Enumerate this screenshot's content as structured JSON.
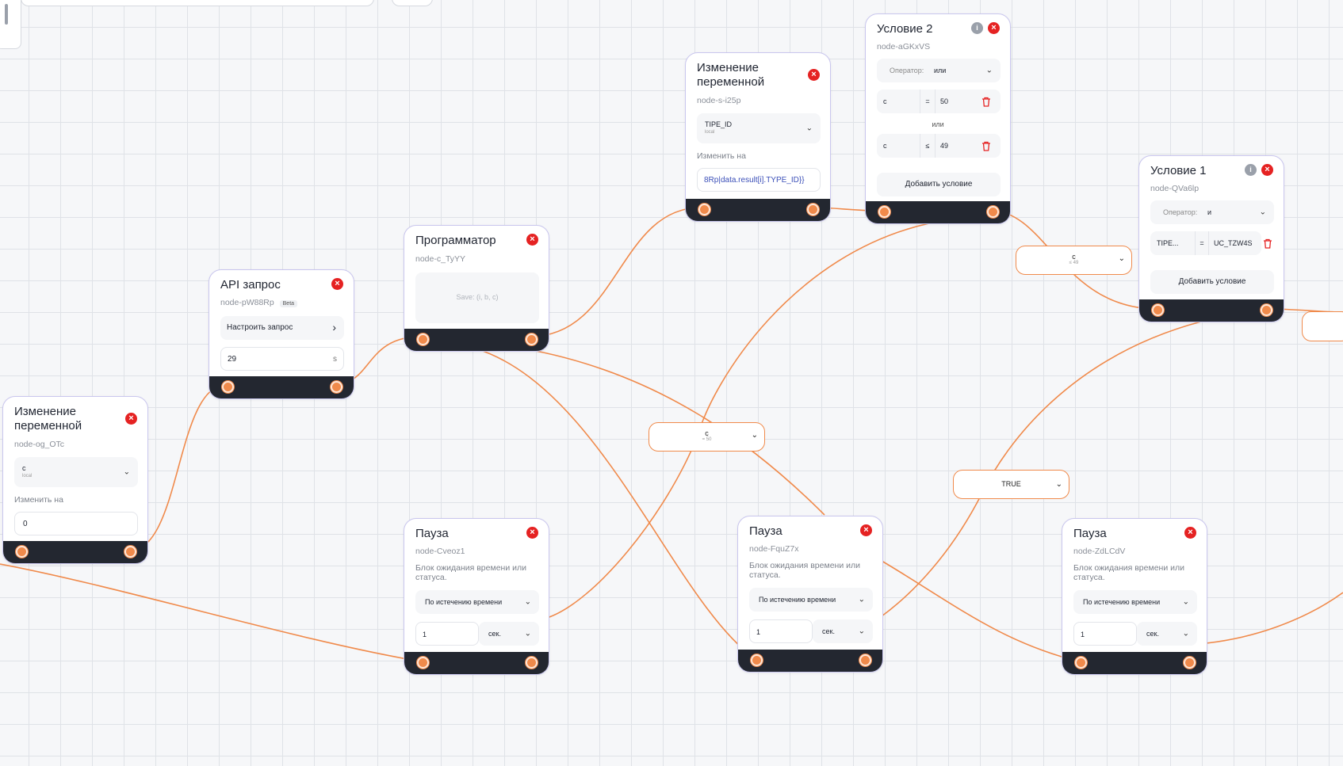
{
  "colors": {
    "edge": "#f08a4b",
    "footer": "#232730",
    "close": "#e52222",
    "accent": "#c9c6ee"
  },
  "nodes": {
    "set_var_left": {
      "title_line1": "Изменение",
      "title_line2": "переменной",
      "id": "node-og_OTc",
      "var_name": "c",
      "var_scope": "local",
      "change_label": "Изменить на",
      "value": "0"
    },
    "api": {
      "title": "API запрос",
      "id": "node-pW88Rp",
      "badge": "Beta",
      "configure_label": "Настроить запрос",
      "timeout_value": "29",
      "timeout_unit": "s"
    },
    "programmer": {
      "title": "Программатор",
      "id": "node-c_TyYY",
      "save_text": "Save: (i, b, c)"
    },
    "set_var_top": {
      "title_line1": "Изменение",
      "title_line2": "переменной",
      "id": "node-s-i25p",
      "var_name": "TIPE_ID",
      "var_scope": "local",
      "change_label": "Изменить на",
      "value": "8Rp|data.result[i].TYPE_ID}}"
    },
    "cond2": {
      "title": "Условие 2",
      "id": "node-aGKxVS",
      "operator_label": "Оператор:",
      "operator_value": "или",
      "row1": {
        "var": "c",
        "op": "=",
        "val": "50"
      },
      "joiner": "или",
      "row2": {
        "var": "c",
        "op": "≤",
        "val": "49"
      },
      "add_label": "Добавить условие"
    },
    "cond1": {
      "title": "Условие 1",
      "id": "node-QVa6lp",
      "operator_label": "Оператор:",
      "operator_value": "и",
      "row1": {
        "var": "TIPE...",
        "op": "=",
        "val": "UC_TZW4S"
      },
      "add_label": "Добавить условие"
    },
    "pause1": {
      "title": "Пауза",
      "id": "node-Cveoz1",
      "desc_line1": "Блок ожидания времени или",
      "desc_line2": "статуса.",
      "mode": "По истечению времени",
      "amount": "1",
      "unit": "сек."
    },
    "pause2": {
      "title": "Пауза",
      "id": "node-FquZ7x",
      "desc_line1": "Блок ожидания времени или",
      "desc_line2": "статуса.",
      "mode": "По истечению времени",
      "amount": "1",
      "unit": "сек."
    },
    "pause3": {
      "title": "Пауза",
      "id": "node-ZdLCdV",
      "desc_line1": "Блок ожидания времени или",
      "desc_line2": "статуса.",
      "mode": "По истечению времени",
      "amount": "1",
      "unit": "сек."
    }
  },
  "edge_labels": {
    "c_le49": {
      "main": "c",
      "sub": "≤ 49"
    },
    "c_eq50": {
      "main": "c",
      "sub": "= 50"
    },
    "true": {
      "main": "TRUE"
    }
  },
  "icons": {
    "close": "×",
    "info": "i",
    "chevron": "⌄",
    "chevron_right": "›"
  }
}
